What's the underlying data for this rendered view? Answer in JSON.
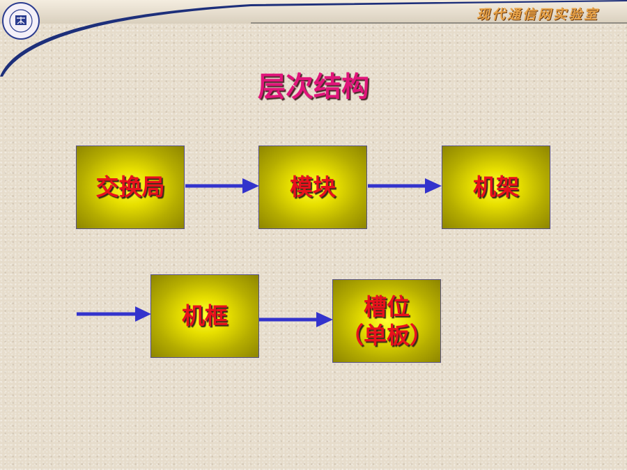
{
  "header": {
    "lab_title": "现代通信网实验室"
  },
  "slide": {
    "title": "层次结构"
  },
  "diagram": {
    "nodes": {
      "exchange": "交换局",
      "module": "模块",
      "rack": "机架",
      "frame": "机框",
      "slot_line1": "槽位",
      "slot_line2": "（单板）"
    }
  },
  "colors": {
    "title": "#e0157a",
    "box_label": "#e8111d",
    "arrow": "#3333cc",
    "box_fill": "#e8e000"
  }
}
